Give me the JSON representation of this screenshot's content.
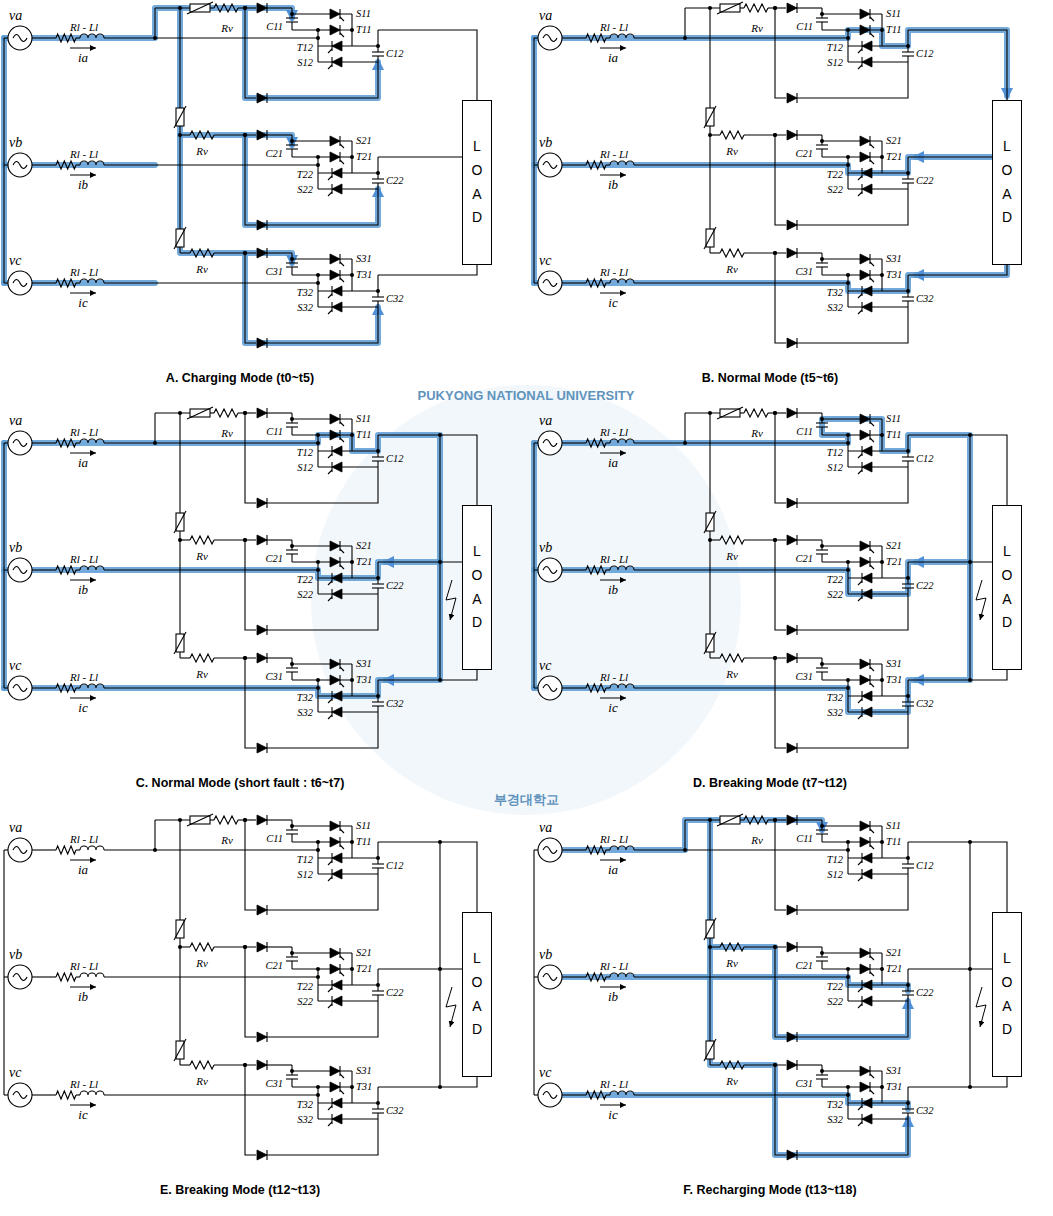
{
  "diagram": {
    "nodes": [
      {
        "text": [
          "LOAD"
        ]
      },
      {
        "text": [
          "LOAD"
        ]
      },
      {
        "text": [
          "LOAD"
        ]
      },
      {
        "text": [
          "LOAD"
        ]
      },
      {
        "text": [
          "LOAD"
        ]
      },
      {
        "text": [
          "LOAD"
        ]
      }
    ],
    "labels": [
      "va",
      "Rl - Ll",
      "ia",
      "Rv",
      "C11",
      "S11",
      "T11",
      "T12",
      "S12",
      "C12",
      "vb",
      "Rl - Ll",
      "ib",
      "Rv",
      "C21",
      "S21",
      "T21",
      "T22",
      "S22",
      "C22",
      "vc",
      "Rl - Ll",
      "ic",
      "Rv",
      "C31",
      "S31",
      "T31",
      "T32",
      "S32",
      "C32",
      "A. Charging Mode (t0~t5)",
      "va",
      "Rl - Ll",
      "ia",
      "Rv",
      "C11",
      "S11",
      "T11",
      "T12",
      "S12",
      "C12",
      "vb",
      "Rl - Ll",
      "ib",
      "Rv",
      "C21",
      "S21",
      "T21",
      "T22",
      "S22",
      "C22",
      "vc",
      "Rl - Ll",
      "ic",
      "Rv",
      "C31",
      "S31",
      "T31",
      "T32",
      "S32",
      "C32",
      "B. Normal Mode (t5~t6)",
      "va",
      "Rl - Ll",
      "ia",
      "Rv",
      "C11",
      "S11",
      "T11",
      "T12",
      "S12",
      "C12",
      "vb",
      "Rl - Ll",
      "ib",
      "Rv",
      "C21",
      "S21",
      "T21",
      "T22",
      "S22",
      "C22",
      "vc",
      "Rl - Ll",
      "ic",
      "Rv",
      "C31",
      "S31",
      "T31",
      "T32",
      "S32",
      "C32",
      "C. Normal Mode (short fault : t6~t7)",
      "va",
      "Rl - Ll",
      "ia",
      "Rv",
      "C11",
      "S11",
      "T11",
      "T12",
      "S12",
      "C12",
      "vb",
      "Rl - Ll",
      "ib",
      "Rv",
      "C21",
      "S21",
      "T21",
      "T22",
      "S22",
      "C22",
      "vc",
      "Rl - Ll",
      "ic",
      "Rv",
      "C31",
      "S31",
      "T31",
      "T32",
      "S32",
      "C32",
      "D. Breaking Mode (t7~t12)",
      "va",
      "Rl - Ll",
      "ia",
      "Rv",
      "C11",
      "S11",
      "T11",
      "T12",
      "S12",
      "C12",
      "vb",
      "Rl - Ll",
      "ib",
      "Rv",
      "C21",
      "S21",
      "T21",
      "T22",
      "S22",
      "C22",
      "vc",
      "Rl - Ll",
      "ic",
      "Rv",
      "C31",
      "S31",
      "T31",
      "T32",
      "S32",
      "C32",
      "E. Breaking Mode (t12~t13)",
      "va",
      "Rl - Ll",
      "ia",
      "Rv",
      "C11",
      "S11",
      "T11",
      "T12",
      "S12",
      "C12",
      "vb",
      "Rl - Ll",
      "ib",
      "Rv",
      "C21",
      "S21",
      "T21",
      "T22",
      "S22",
      "C22",
      "vc",
      "Rl - Ll",
      "ic",
      "Rv",
      "C31",
      "S31",
      "T31",
      "T32",
      "S32",
      "C32",
      "F. Recharging Mode (t13~t18)",
      "PUKYONG NATIONAL UNIVERSITY",
      "부경대학교"
    ]
  }
}
